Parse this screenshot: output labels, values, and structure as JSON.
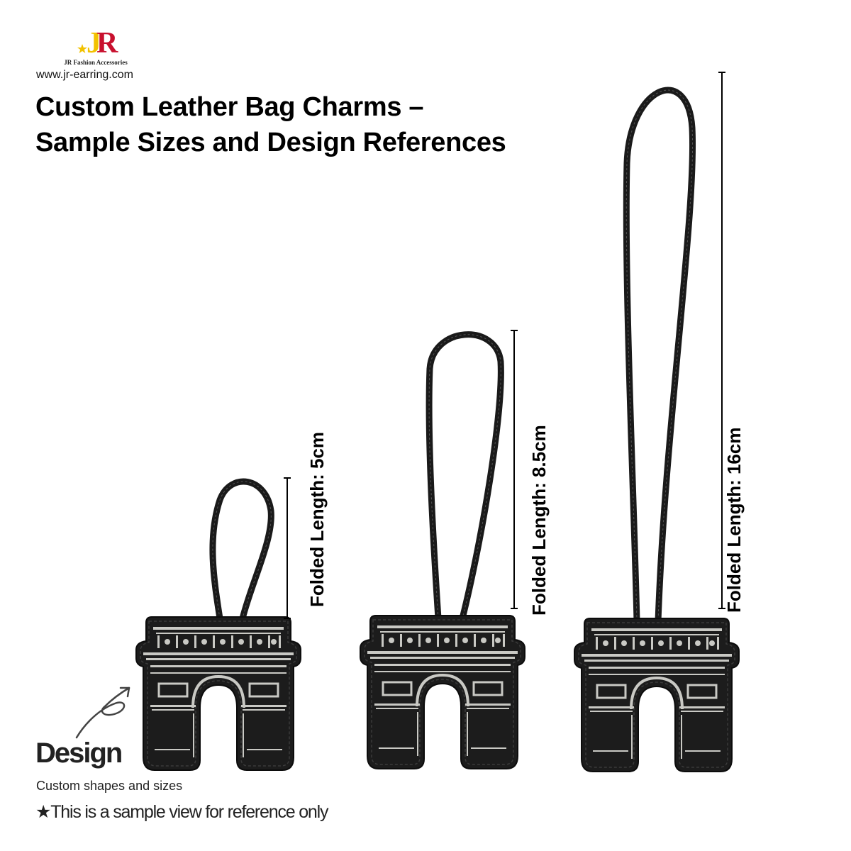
{
  "brand": {
    "logo_text": "JR",
    "logo_colors": {
      "J": "#f2c200",
      "R": "#c8102e",
      "star": "#f2c200"
    },
    "company_name": "JR Fashion Accessories",
    "website": "www.jr-earring.com"
  },
  "header": {
    "title_line1": "Custom Leather Bag Charms –",
    "title_line2": "Sample Sizes and Design References"
  },
  "charms": [
    {
      "id": "small",
      "folded_length_label": "Folded Length: 5cm",
      "folded_length_cm": 5
    },
    {
      "id": "medium",
      "folded_length_label": "Folded Length: 8.5cm",
      "folded_length_cm": 8.5
    },
    {
      "id": "large",
      "folded_length_label": "Folded Length: 16cm",
      "folded_length_cm": 16
    }
  ],
  "charm_shape": "arc-de-triomphe",
  "charm_colors": {
    "leather": "#1c1c1c",
    "embossing": "#c9c9c4",
    "stitch": "#3a3a3a"
  },
  "footer": {
    "design_title": "Design",
    "design_subtitle": "Custom shapes and sizes",
    "disclaimer_icon": "★",
    "disclaimer_text": "This is a sample view for reference only"
  }
}
